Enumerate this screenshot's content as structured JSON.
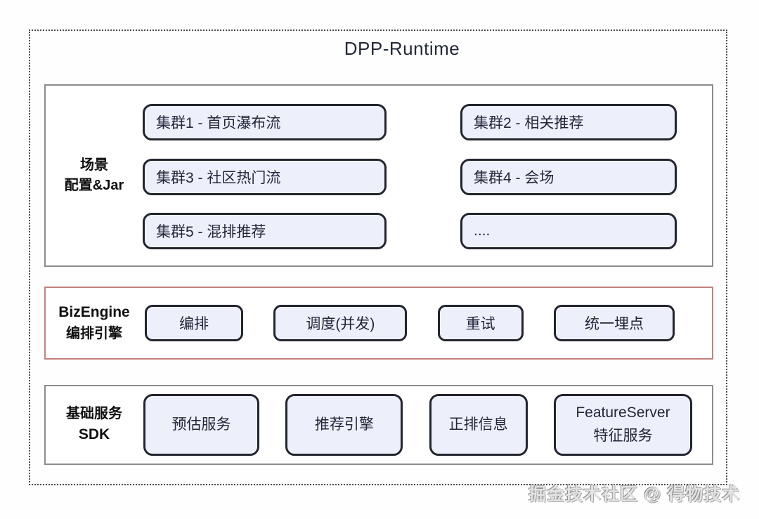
{
  "page": {
    "title": "DPP-Runtime",
    "watermark": "掘金技术社区 @ 得物技术"
  },
  "colors": {
    "node_fill": "#edf0fb",
    "node_border": "#22252e",
    "section_border_gray": "#8c8c8c",
    "section_border_red": "#c4827e",
    "title_text": "#232839"
  },
  "sections": [
    {
      "id": "scene-config",
      "label_lines": [
        "场景",
        "配置&Jar"
      ],
      "columns": [
        [
          "集群1 - 首页瀑布流",
          "集群3 - 社区热门流",
          "集群5 - 混排推荐"
        ],
        [
          "集群2 - 相关推荐",
          "集群4 - 会场",
          "...."
        ]
      ]
    },
    {
      "id": "biz-engine",
      "label_lines": [
        "BizEngine",
        "编排引擎"
      ],
      "boxes": [
        "编排",
        "调度(并发)",
        "重试",
        "统一埋点"
      ]
    },
    {
      "id": "base-service-sdk",
      "label_lines": [
        "基础服务",
        "SDK"
      ],
      "boxes": [
        [
          "预估服务"
        ],
        [
          "推荐引擎"
        ],
        [
          "正排信息"
        ],
        [
          "FeatureServer",
          "特征服务"
        ]
      ]
    }
  ]
}
